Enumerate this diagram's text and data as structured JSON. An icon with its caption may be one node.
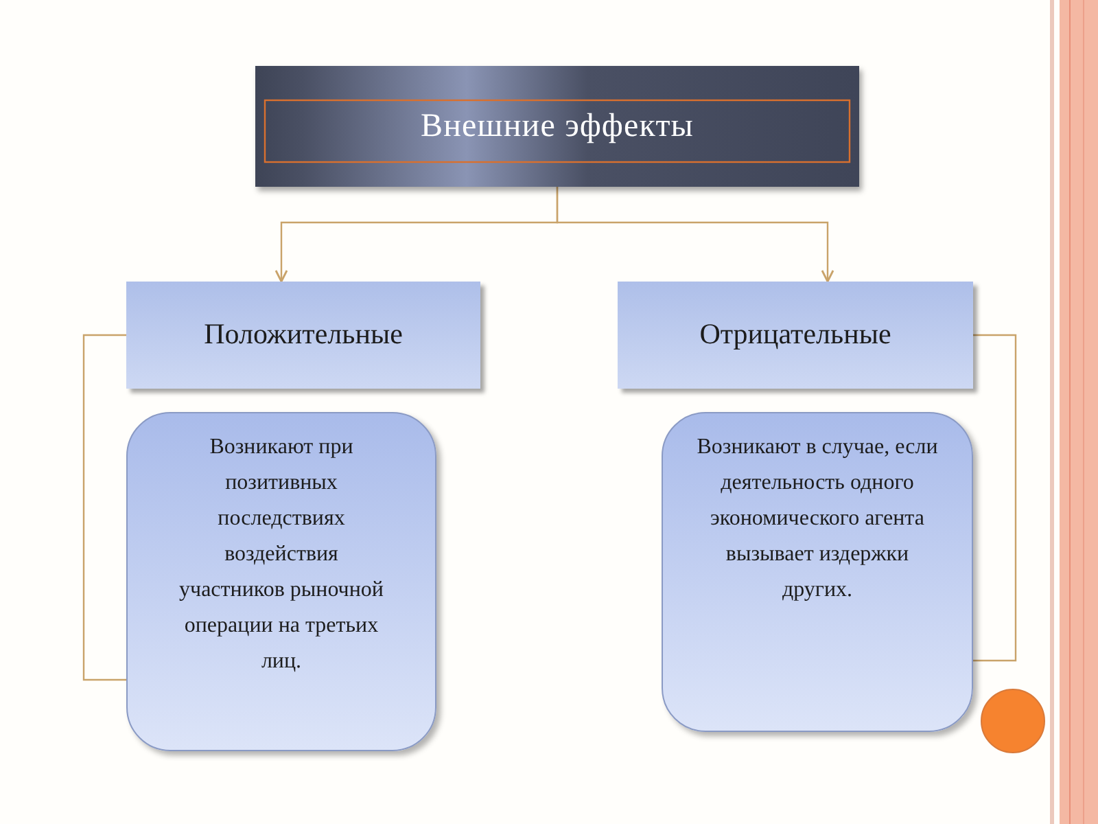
{
  "diagram": {
    "nodes": [
      {
        "text": [
          "Внешние эффекты"
        ]
      },
      {
        "text": [
          "Положительные"
        ]
      },
      {
        "text": [
          "Отрицательные"
        ]
      },
      {
        "text": [
          "Возникают при позитивных последствиях воздействия участников рыночной операции на третьих лиц."
        ]
      },
      {
        "text": [
          "Возникают в случае, если деятельность одного экономического агента вызывает издержки других."
        ]
      }
    ],
    "edges": [
      {
        "from": 0,
        "to": 1,
        "arrow": "to"
      },
      {
        "from": 0,
        "to": 2,
        "arrow": "to"
      },
      {
        "from": 1,
        "to": 3,
        "arrow": "none"
      },
      {
        "from": 2,
        "to": 4,
        "arrow": "none"
      }
    ]
  }
}
